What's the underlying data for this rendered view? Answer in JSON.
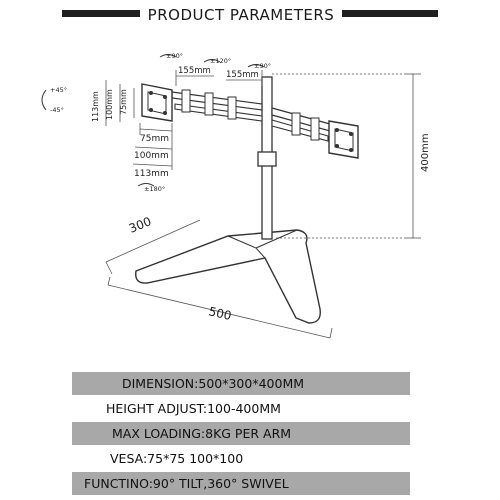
{
  "header": {
    "title": "PRODUCT PARAMETERS"
  },
  "dimensions": {
    "tilt_up": "+45°",
    "tilt_down": "-45°",
    "swivel_90": "±90°",
    "swivel_120": "±120°",
    "swivel_90_right": "±90°",
    "arm_left": "155mm",
    "arm_right": "155mm",
    "vesa_113_vertical": "113mm",
    "vesa_100_vertical": "100mm",
    "vesa_75_vertical": "75mm",
    "vesa_75_horizontal": "75mm",
    "vesa_100_horizontal": "100mm",
    "vesa_113_horizontal": "113mm",
    "rotation": "±180°",
    "height": "400mm",
    "depth": "300",
    "width": "500"
  },
  "specs": [
    {
      "text": "DIMENSION:500*300*400MM",
      "shaded": true
    },
    {
      "text": "HEIGHT ADJUST:100-400MM",
      "shaded": false
    },
    {
      "text": "MAX LOADING:8KG PER ARM",
      "shaded": true
    },
    {
      "text": "VESA:75*75 100*100",
      "shaded": false
    },
    {
      "text": "FUNCTINO:90° TILT,360° SWIVEL",
      "shaded": true
    }
  ]
}
